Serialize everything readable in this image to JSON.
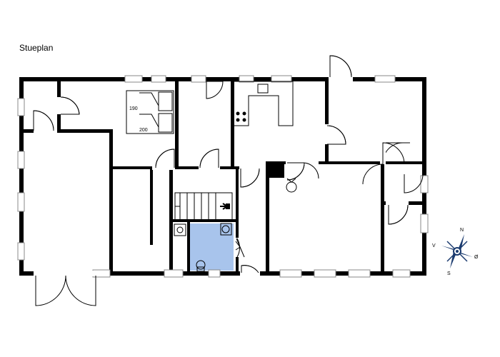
{
  "plan": {
    "title": "Stueplan",
    "bed_length_label": "190",
    "bed_width_label": "200",
    "bathroom_color": "#a8c4ec",
    "wall_color": "#000000"
  },
  "compass": {
    "north": "N",
    "south": "S",
    "west": "V",
    "east": "Ø",
    "accent_color": "#1a3a6e"
  }
}
